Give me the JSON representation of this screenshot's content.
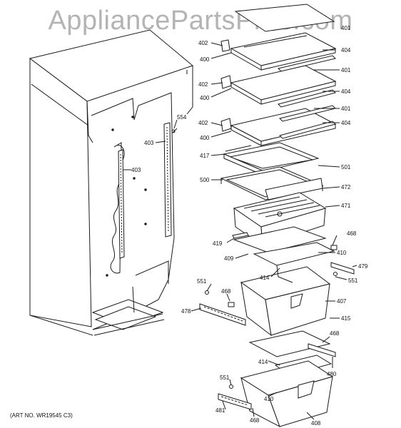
{
  "watermark": "AppliancePartsPros.com",
  "art_number": "(ART NO. WR19545 C3)",
  "callouts": {
    "c401a": "401",
    "c402a": "402",
    "c400a": "400",
    "c404a": "404",
    "c401b": "401",
    "c402b": "402",
    "c400b": "400",
    "c404b": "404",
    "c401c": "401",
    "c402c": "402",
    "c400c": "400",
    "c404c": "404",
    "c554": "554",
    "c403a": "403",
    "c403b": "403",
    "c417": "417",
    "c501": "501",
    "c500": "500",
    "c472": "472",
    "c471": "471",
    "c468a": "468",
    "c419": "419",
    "c410a": "410",
    "c409": "409",
    "c414a": "414",
    "c479": "479",
    "c551a": "551",
    "c551b": "551",
    "c468b": "468",
    "c407": "407",
    "c478": "478",
    "c415": "415",
    "c468c": "468",
    "c414b": "414",
    "c480": "480",
    "c551c": "551",
    "c410b": "410",
    "c481": "481",
    "c468d": "468",
    "c408": "408"
  }
}
